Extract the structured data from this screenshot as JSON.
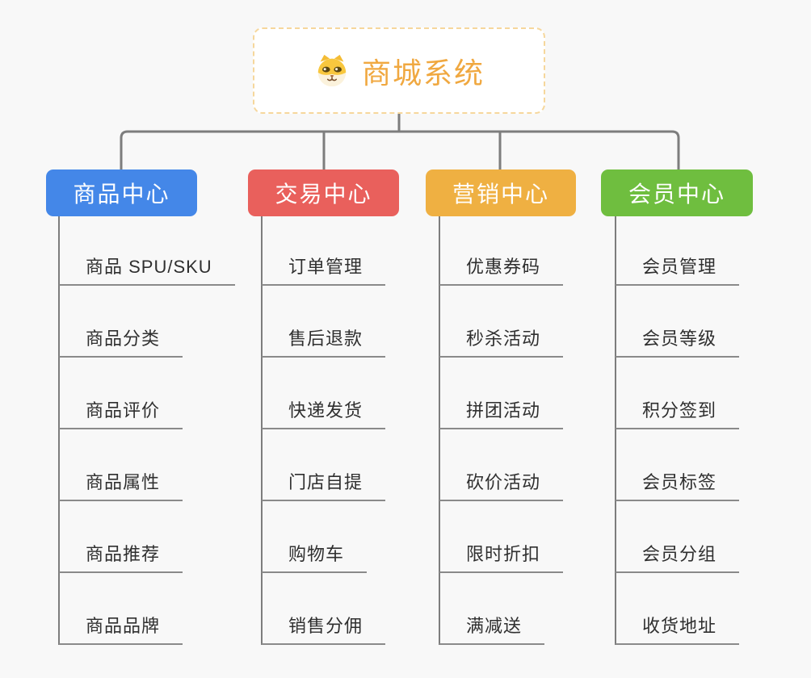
{
  "root": {
    "title": "商城系统",
    "icon": "dog-icon"
  },
  "colors": {
    "root_text": "#f0a840",
    "root_border": "#f6d79c",
    "connector_gray": "#7d7d7d",
    "leaf_underline": "#8a8a8a",
    "leaf_text": "#2f2f2f",
    "background": "#f8f8f8"
  },
  "branches": [
    {
      "label": "商品中心",
      "color": "#4487e8",
      "items": [
        "商品 SPU/SKU",
        "商品分类",
        "商品评价",
        "商品属性",
        "商品推荐",
        "商品品牌"
      ]
    },
    {
      "label": "交易中心",
      "color": "#e9605c",
      "items": [
        "订单管理",
        "售后退款",
        "快递发货",
        "门店自提",
        "购物车",
        "销售分佣"
      ]
    },
    {
      "label": "营销中心",
      "color": "#efb042",
      "items": [
        "优惠券码",
        "秒杀活动",
        "拼团活动",
        "砍价活动",
        "限时折扣",
        "满减送"
      ]
    },
    {
      "label": "会员中心",
      "color": "#6fbe3f",
      "items": [
        "会员管理",
        "会员等级",
        "积分签到",
        "会员标签",
        "会员分组",
        "收货地址"
      ]
    }
  ]
}
